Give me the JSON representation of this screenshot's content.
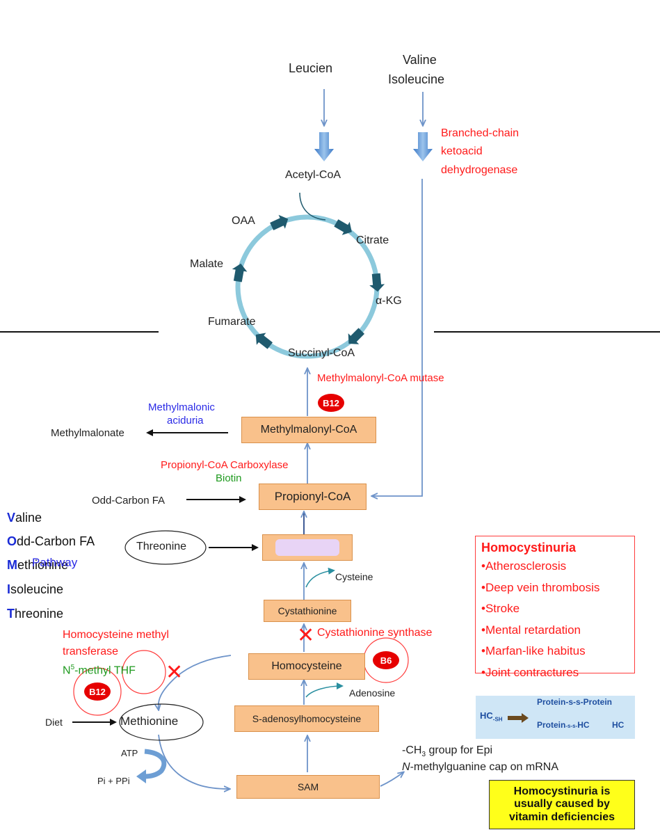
{
  "inputs": {
    "leucine": "Leucien",
    "valine": "Valine",
    "isoleucine": "Isoleucine"
  },
  "tca": {
    "acetyl_coa": "Acetyl-CoA",
    "oaa": "OAA",
    "citrate": "Citrate",
    "akg": "α-KG",
    "succinyl_coa": "Succinyl-CoA",
    "fumarate": "Fumarate",
    "malate": "Malate"
  },
  "enzymes": {
    "bckd_line1": "Branched-chain",
    "bckd_line2": "ketoacid",
    "bckd_line3": "dehydrogenase",
    "mmcoa_mutase": "Methylmalonyl-CoA mutase",
    "propionyl_carboxylase": "Propionyl-CoA Carboxylase",
    "biotin": "Biotin",
    "cbs": "Cystathionine synthase",
    "hmt_line1": "Homocysteine methyl",
    "hmt_line2": "transferase",
    "n5_prefix": "N",
    "n5_sup": "5",
    "n5_suffix": "-methyl THF"
  },
  "boxes": {
    "methylmalonyl": "Methylmalonyl-CoA",
    "propionyl": "Propionyl-CoA",
    "cystathionine": "Cystathionine",
    "homocysteine": "Homocysteine",
    "sah": "S-adenosylhomocysteine",
    "sam": "SAM"
  },
  "badges": {
    "b12_top": "B12",
    "b6": "B6",
    "b12_left": "B12"
  },
  "side_labels": {
    "methylmalonic_line1": "Methylmalonic",
    "methylmalonic_line2": "aciduria",
    "methylmalonate": "Methylmalonate",
    "odd_carbon_fa": "Odd-Carbon FA",
    "threonine": "Threonine",
    "cysteine": "Cysteine",
    "adenosine": "Adenosine",
    "diet": "Diet",
    "methionine": "Methionine",
    "atp": "ATP",
    "pi_ppi": "Pi + PPi",
    "ch3_prefix": "-CH",
    "ch3_sub": "3",
    "ch3_suffix": " group for Epi",
    "cap_italic": "N",
    "cap_rest": "-methylguanine cap on mRNA"
  },
  "mnemonic": {
    "items": [
      {
        "letter": "V",
        "rest": "aline"
      },
      {
        "letter": "O",
        "rest": "dd-Carbon FA"
      },
      {
        "letter": "M",
        "rest": "ethionine"
      },
      {
        "letter": "I",
        "rest": "soleucine"
      },
      {
        "letter": "T",
        "rest": "hreonine"
      }
    ],
    "overlay": "Pathway"
  },
  "homocystinuria": {
    "title": "Homocystinuria",
    "symptoms": [
      "•Atherosclerosis",
      "•Deep vein thrombosis",
      "•Stroke",
      "•Mental retardation",
      "•Marfan-like habitus",
      "•Joint contractures"
    ]
  },
  "disulfide": {
    "hc_sh": "HC",
    "hc_sh_sub": "-SH",
    "top": "Protein-s-s-Protein",
    "bottom_left": "Protein",
    "bottom_mid": "-s-s-",
    "bottom_right": "HC",
    "bottom_far": "HC"
  },
  "callout": {
    "line1": "Homocystinuria is",
    "line2": "usually caused by",
    "line3": "vitamin deficiencies"
  },
  "colors": {
    "enzyme_red": "#ff1a1a",
    "note_blue": "#2a2ae6",
    "cofactor_green": "#1f9a1f",
    "box_fill": "#f9c18b",
    "cycle_ring": "#8cc9dc",
    "cycle_arrow": "#1f5a6e",
    "flow_arrow": "#6d93c9"
  },
  "icons": {
    "pathway_arrow": "down-arrow-icon",
    "block": "x-icon",
    "cycle": "tca-cycle-icon"
  }
}
